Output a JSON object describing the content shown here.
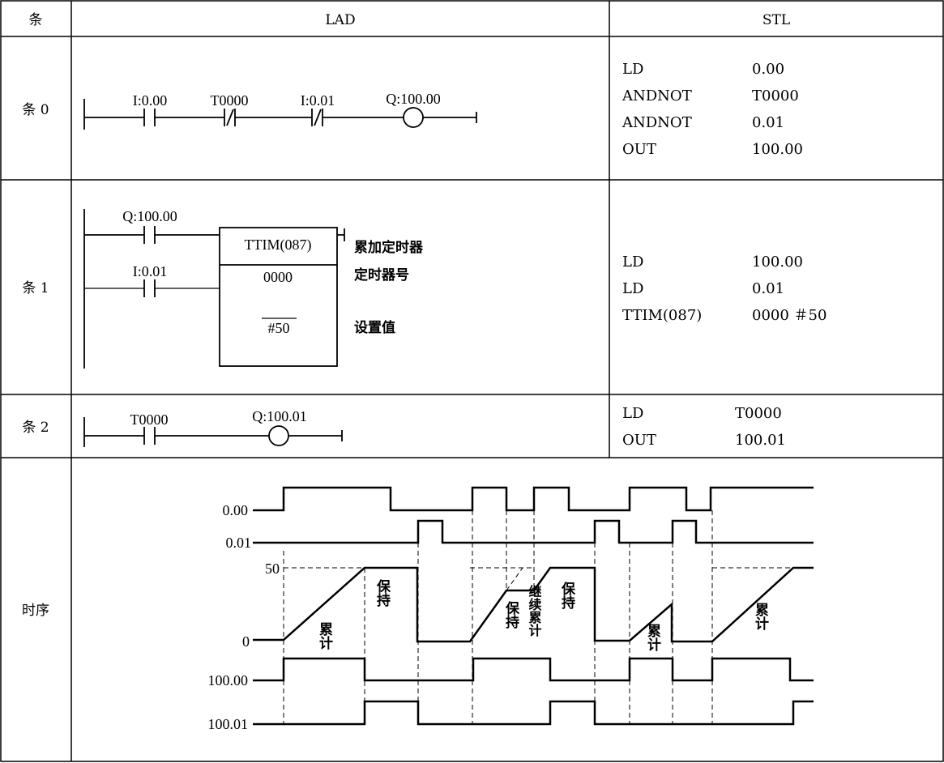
{
  "header": {
    "col1": "条",
    "col2": "LAD",
    "col3": "STL"
  },
  "rows": [
    {
      "label": "条 0",
      "lad": {
        "contacts": [
          "I:0.00",
          "T0000",
          "I:0.01"
        ],
        "coil": "Q:100.00"
      },
      "stl": [
        [
          "LD",
          "0.00"
        ],
        [
          "ANDNOT",
          "T0000"
        ],
        [
          "ANDNOT",
          "0.01"
        ],
        [
          "OUT",
          "100.00"
        ]
      ]
    },
    {
      "label": "条 1",
      "lad": {
        "contacts": [
          "Q:100.00",
          "I:0.01"
        ],
        "box_title": "TTIM(087)",
        "timer_no": "0000",
        "set_value": "#50",
        "note_title": "累加定时器",
        "note_timer_no": "定时器号",
        "note_set_value": "设置值"
      },
      "stl": [
        [
          "LD",
          "100.00"
        ],
        [
          "LD",
          "0.01"
        ],
        [
          "TTIM(087)",
          "0000 ＃50"
        ]
      ]
    },
    {
      "label": "条 2",
      "lad": {
        "contacts": [
          "T0000"
        ],
        "coil": "Q:100.01"
      },
      "stl": [
        [
          "LD",
          "T0000"
        ],
        [
          "OUT",
          "100.01"
        ]
      ]
    }
  ],
  "timing": {
    "label": "时序",
    "signals": [
      "0.00",
      "0.01",
      "50",
      "0",
      "100.00",
      "100.01"
    ],
    "notes": {
      "accumulate": "累计",
      "hold": "保持",
      "continue": "继续累计"
    }
  }
}
